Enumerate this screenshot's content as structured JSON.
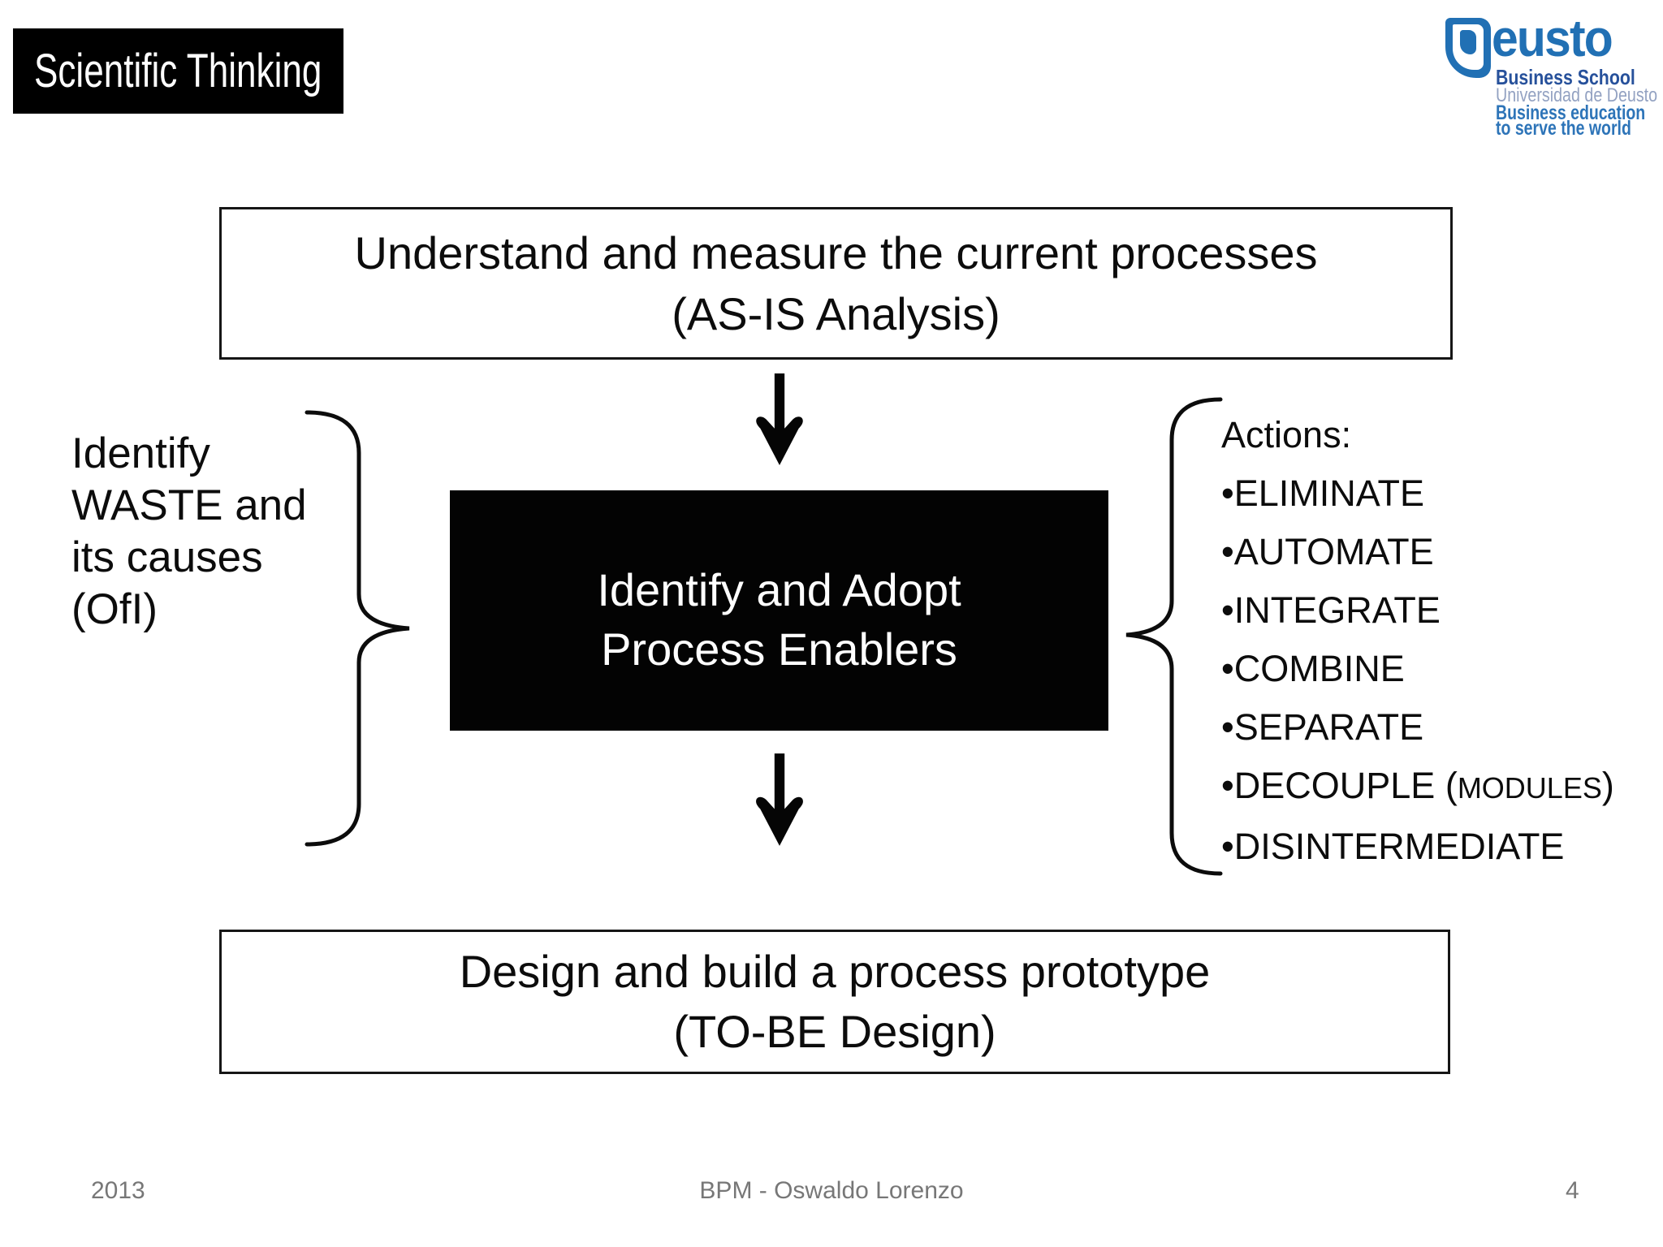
{
  "slide": {
    "title": "Scientific Thinking",
    "footer": {
      "year": "2013",
      "center": "BPM - Oswaldo Lorenzo",
      "page": "4"
    }
  },
  "logo": {
    "wordmark_rest": "eusto",
    "line1": "Business School",
    "line2": "Universidad de Deusto",
    "line3": "Business education",
    "line4": "to serve the world",
    "colors": {
      "primary": "#2170b4",
      "navy": "#27519b",
      "muted": "#93a2c2"
    }
  },
  "flow": {
    "top_box": {
      "line1": "Understand and measure the current processes",
      "line2": "(AS-IS Analysis)"
    },
    "center_box": {
      "line1": "Identify and Adopt",
      "line2": "Process Enablers"
    },
    "bottom_box": {
      "line1": "Design and build a process prototype",
      "line2": "(TO-BE Design)"
    },
    "left_note": {
      "line1": "Identify",
      "line2": "WASTE and",
      "line3": "its causes",
      "line4": "(OfI)"
    },
    "actions": {
      "header": "Actions:",
      "items": [
        {
          "label": "•ELIMINATE"
        },
        {
          "label": "•AUTOMATE"
        },
        {
          "label": "•INTEGRATE"
        },
        {
          "label": "•COMBINE"
        },
        {
          "label": "•SEPARATE"
        },
        {
          "prefix": "•DECOUPLE (",
          "note": "MODULES",
          "suffix": ")"
        },
        {
          "label": "•DISINTERMEDIATE"
        }
      ]
    }
  }
}
